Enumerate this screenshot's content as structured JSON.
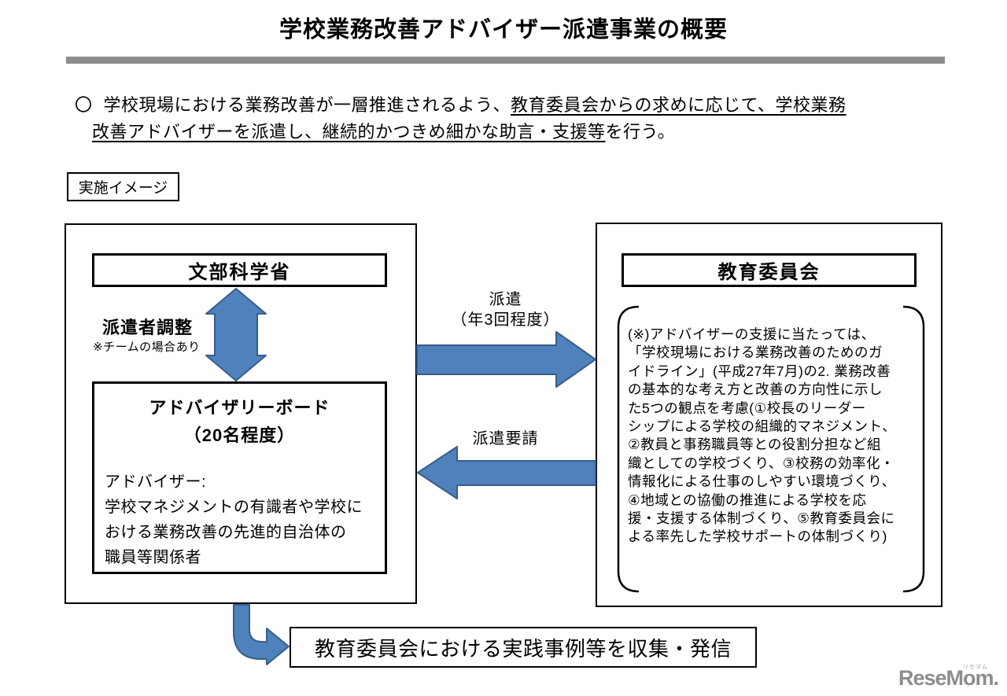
{
  "title": "学校業務改善アドバイザー派遣事業の概要",
  "intro": {
    "bullet": "〇",
    "line1_plain": "学校現場における業務改善が一層推進されるよう、",
    "line1_underlined_a": "教育委員会からの求めに応じて、",
    "line1_underlined_b": "学校業務",
    "line2_underlined": "改善アドバイザーを派遣し、継続的かつきめ細かな助言・支援等",
    "line2_plain": "を行う。"
  },
  "section_label": "実施イメージ",
  "diagram": {
    "mext_label": "文部科学省",
    "coordination": {
      "label": "派遣者調整",
      "note": "※チームの場合あり"
    },
    "advisory_board": {
      "title_lines": [
        "アドバイザリーボード",
        "（20名程度）"
      ],
      "body_lines": [
        "アドバイザー:",
        "学校マネジメントの有識者や学校に",
        "おける業務改善の先進的自治体の",
        "職員等関係者"
      ]
    },
    "dispatch_arrow": {
      "label_lines": [
        "派遣",
        "（年3回程度）"
      ]
    },
    "request_arrow": {
      "label": "派遣要請"
    },
    "board_of_education": {
      "label": "教育委員会",
      "note_lines": [
        "(※)アドバイザーの支援に当たっては、",
        "「学校現場における業務改善のためのガ",
        "イドライン」(平成27年7月)の2. 業務改善",
        "の基本的な考え方と改善の方向性に示し",
        "た5つの観点を考慮(①校長のリーダー",
        "シップによる学校の組織的マネジメント、",
        "②教員と事務職員等との役割分担など組",
        "織としての学校づくり、③校務の効率化・",
        "情報化による仕事のしやすい環境づくり、",
        "④地域との協働の推進による学校を応",
        "援・支援する体制づくり、⑤教育委員会に",
        "よる率先した学校サポートの体制づくり)"
      ]
    },
    "bottom_box": "教育委員会における実践事例等を収集・発信"
  },
  "watermark": {
    "logo": "ReseMom.",
    "ruby": "リセマム"
  },
  "colors": {
    "arrow_fill": "#4F81BD",
    "arrow_stroke": "#385D8A",
    "divider_gray": "#8C8C8C",
    "watermark_gray": "#8D8D8D"
  }
}
